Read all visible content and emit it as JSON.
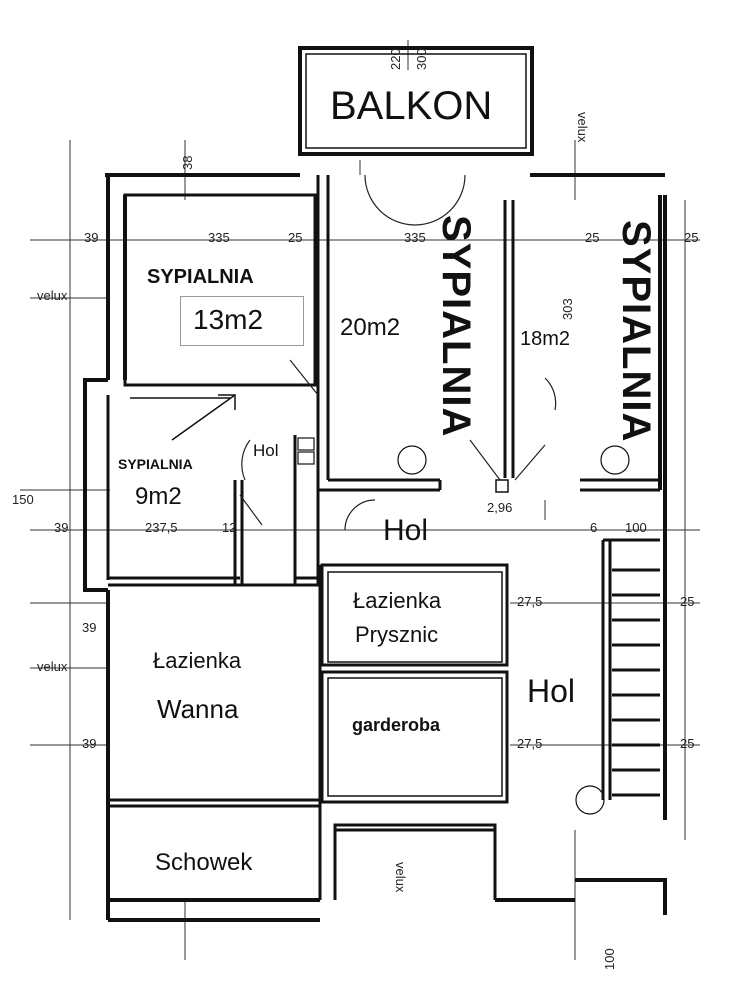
{
  "rooms": {
    "balkon": "BALKON",
    "sypialnia_13_name": "SYPIALNIA",
    "sypialnia_13_area": "13m2",
    "sypialnia_20_area": "20m2",
    "sypialnia_20_name": "SYPIALNIA",
    "sypialnia_18_area": "18m2",
    "sypialnia_18_name": "SYPIALNIA",
    "sypialnia_9_name": "SYPIALNIA",
    "sypialnia_9_area": "9m2",
    "hol_1": "Hol",
    "hol_2": "Hol",
    "hol_3": "Hol",
    "lazienka_prysznic_1": "Łazienka",
    "lazienka_prysznic_2": "Prysznic",
    "lazienka_wanna_1": "Łazienka",
    "lazienka_wanna_2": "Wanna",
    "garderoba": "garderoba",
    "schowek": "Schowek"
  },
  "dimensions": {
    "d_39_a": "39",
    "d_335_a": "335",
    "d_25_a": "25",
    "d_335_b": "335",
    "d_25_b": "25",
    "d_303": "303",
    "d_25_c": "25",
    "d_39_b": "39",
    "d_2375": "237,5",
    "d_12": "12",
    "d_100": "100",
    "d_6": "6",
    "d_275_a": "27,5",
    "d_25_d": "25",
    "d_275_b": "27,5",
    "d_25_e": "25",
    "d_39_c": "39",
    "d_39_d": "39",
    "d_296": "2,96",
    "d_100_b": "100",
    "d_150": "150",
    "d_38": "38",
    "d_220": "220",
    "d_300": "300"
  },
  "annotations": {
    "velux_1": "velux",
    "velux_2": "velux",
    "velux_3": "velux",
    "velux_4": "velux"
  }
}
